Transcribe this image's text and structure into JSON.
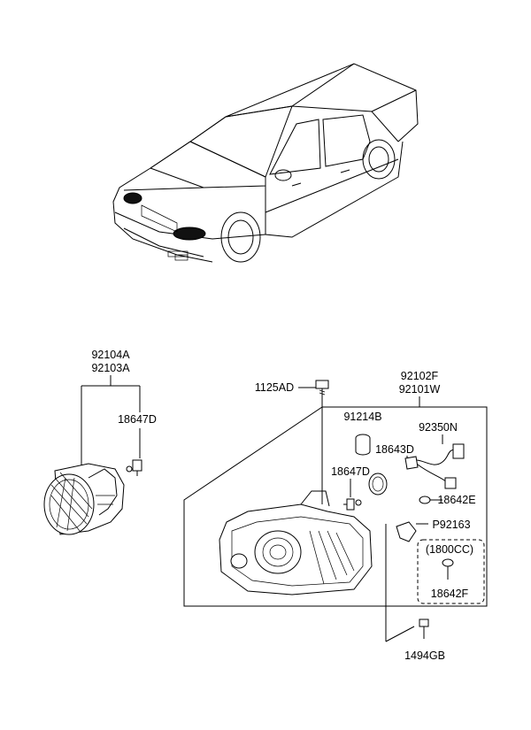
{
  "parts": {
    "fog_lamp_assy_1": "92104A",
    "fog_lamp_assy_2": "92103A",
    "fog_bulb": "18647D",
    "screw_top": "1125AD",
    "headlamp_assy_1": "92102F",
    "headlamp_assy_2": "92101W",
    "cap": "91214B",
    "socket": "18643D",
    "wiring": "92350N",
    "bulb_inner": "18647D",
    "bulb_side": "18642E",
    "cap_p": "P92163",
    "engine_note": "(1800CC)",
    "bulb_1800": "18642F",
    "bolt_bottom": "1494GB"
  }
}
